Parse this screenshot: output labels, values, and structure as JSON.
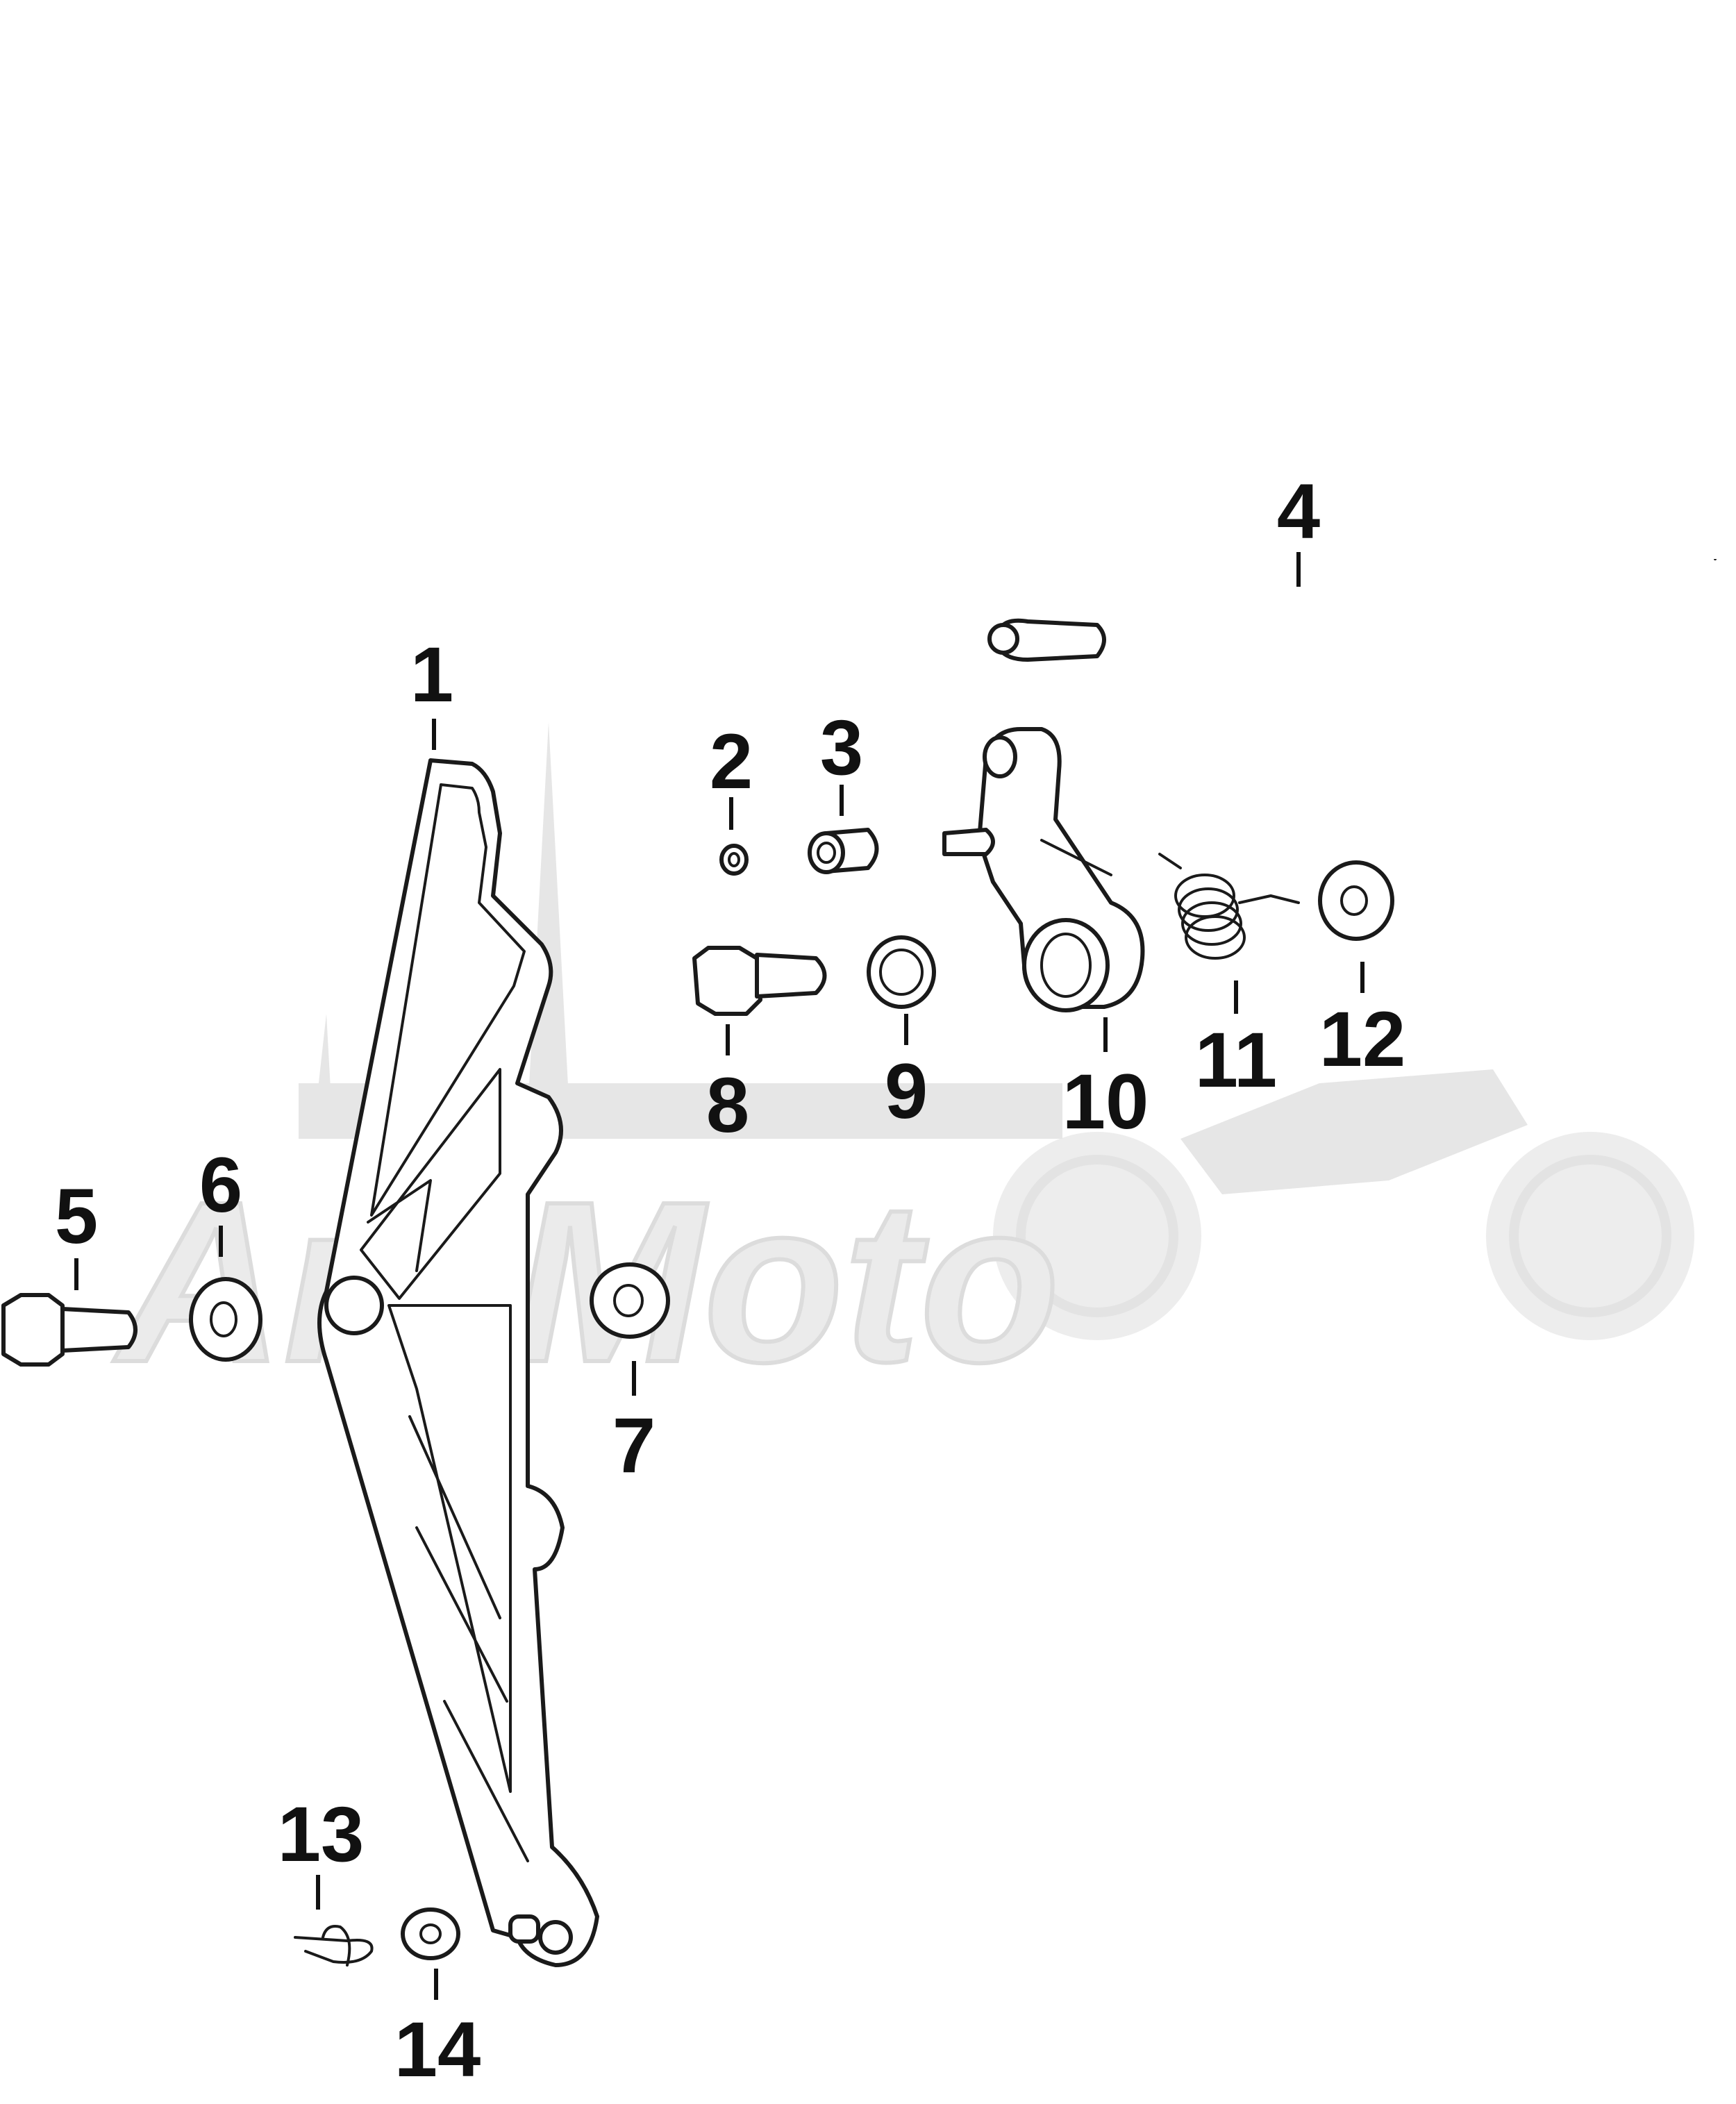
{
  "watermark": {
    "text": "ArhMoto"
  },
  "parts": [
    {
      "id": "part-1",
      "label": "1"
    },
    {
      "id": "part-2",
      "label": "2"
    },
    {
      "id": "part-3",
      "label": "3"
    },
    {
      "id": "part-4",
      "label": "4"
    },
    {
      "id": "part-5",
      "label": "5"
    },
    {
      "id": "part-6",
      "label": "6"
    },
    {
      "id": "part-7",
      "label": "7"
    },
    {
      "id": "part-8",
      "label": "8"
    },
    {
      "id": "part-9",
      "label": "9"
    },
    {
      "id": "part-10",
      "label": "10"
    },
    {
      "id": "part-11",
      "label": "11"
    },
    {
      "id": "part-12",
      "label": "12"
    },
    {
      "id": "part-13",
      "label": "13"
    },
    {
      "id": "part-14",
      "label": "14"
    }
  ]
}
